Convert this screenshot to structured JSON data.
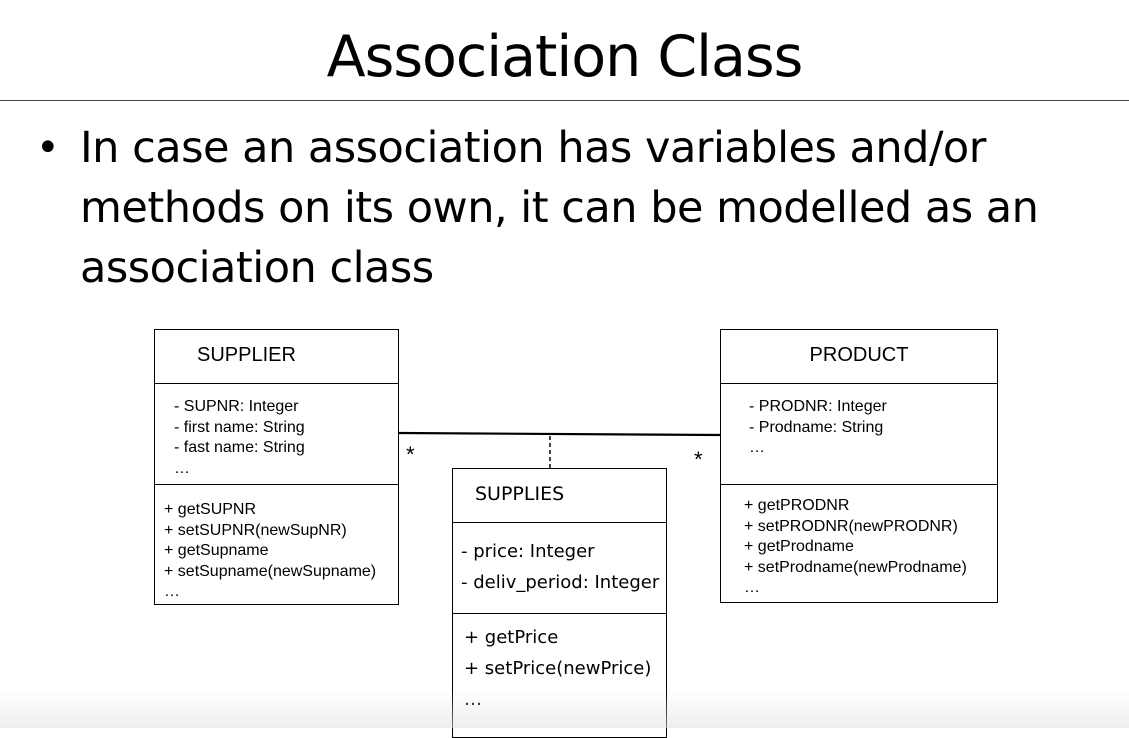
{
  "slide": {
    "title": "Association Class",
    "bullet_text": "In case an association has variables and/or methods on its own, it can be modelled as an association class"
  },
  "diagram": {
    "supplier": {
      "name": "SUPPLIER",
      "attributes": [
        "- SUPNR: Integer",
        "- first name: String",
        "- fast name: String",
        "…"
      ],
      "operations": [
        "+ getSUPNR",
        "+ setSUPNR(newSupNR)",
        "+ getSupname",
        "+ setSupname(newSupname)",
        "…"
      ]
    },
    "product": {
      "name": "PRODUCT",
      "attributes": [
        "- PRODNR: Integer",
        "- Prodname: String",
        "…"
      ],
      "operations": [
        "+ getPRODNR",
        "+ setPRODNR(newPRODNR)",
        "+ getProdname",
        "+ setProdname(newProdname)",
        "…"
      ]
    },
    "supplies": {
      "name": "SUPPLIES",
      "attributes": [
        "- price: Integer",
        "- deliv_period: Integer"
      ],
      "operations": [
        "+ getPrice",
        "+ setPrice(newPrice)",
        "…"
      ]
    },
    "association": {
      "supplier_multiplicity": "*",
      "product_multiplicity": "*"
    }
  }
}
